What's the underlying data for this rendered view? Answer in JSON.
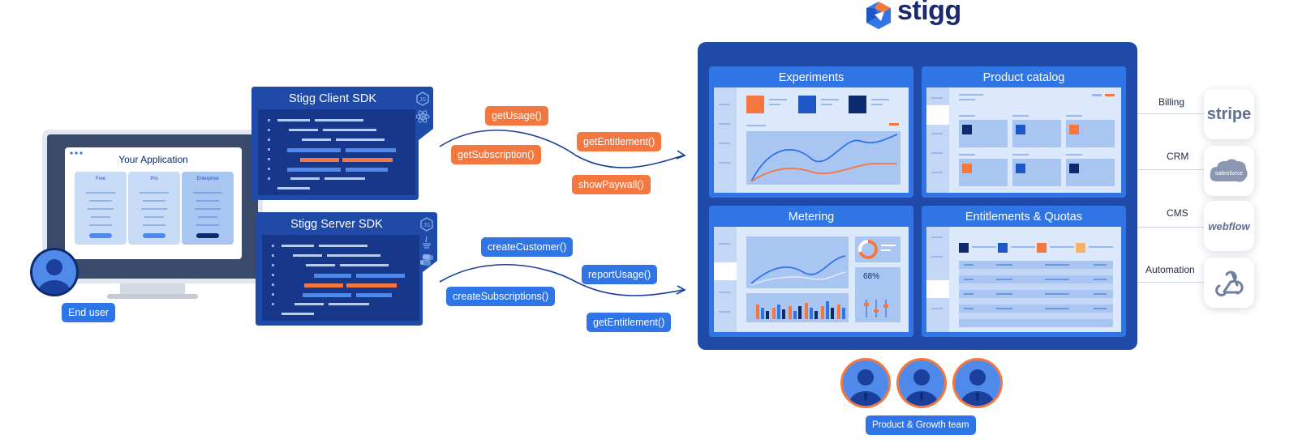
{
  "app": {
    "brand": "stigg",
    "window_title": "Your Application",
    "plans": [
      "Free",
      "Pro",
      "Enterprise"
    ]
  },
  "end_user_label": "End user",
  "sdks": {
    "client": {
      "title": "Stigg Client SDK",
      "icons": [
        "nodejs-icon",
        "react-icon"
      ]
    },
    "server": {
      "title": "Stigg Server SDK",
      "icons": [
        "nodejs-icon",
        "java-icon",
        "python-icon"
      ]
    }
  },
  "client_calls": [
    "getUsage()",
    "getSubscription()",
    "getEntitlement()",
    "showPaywall()"
  ],
  "server_calls": [
    "createCustomer()",
    "createSubscriptions()",
    "reportUsage()",
    "getEntitlement()"
  ],
  "dashboard": {
    "panels": {
      "experiments": "Experiments",
      "product_catalog": "Product catalog",
      "metering": "Metering",
      "entitlements": "Entitlements & Quotas"
    },
    "metering_percent": "68%"
  },
  "integrations": [
    {
      "category": "Billing",
      "logo": "stripe"
    },
    {
      "category": "CRM",
      "logo": "salesforce"
    },
    {
      "category": "CMS",
      "logo": "webflow"
    },
    {
      "category": "Automation",
      "logo": "webhooks-icon"
    }
  ],
  "team_label": "Product & Growth team",
  "colors": {
    "navy": "#1f4aa8",
    "deep_navy": "#0d2a6e",
    "blue": "#2f75e6",
    "orange": "#f3773e",
    "light_blue": "#dce8fb"
  }
}
